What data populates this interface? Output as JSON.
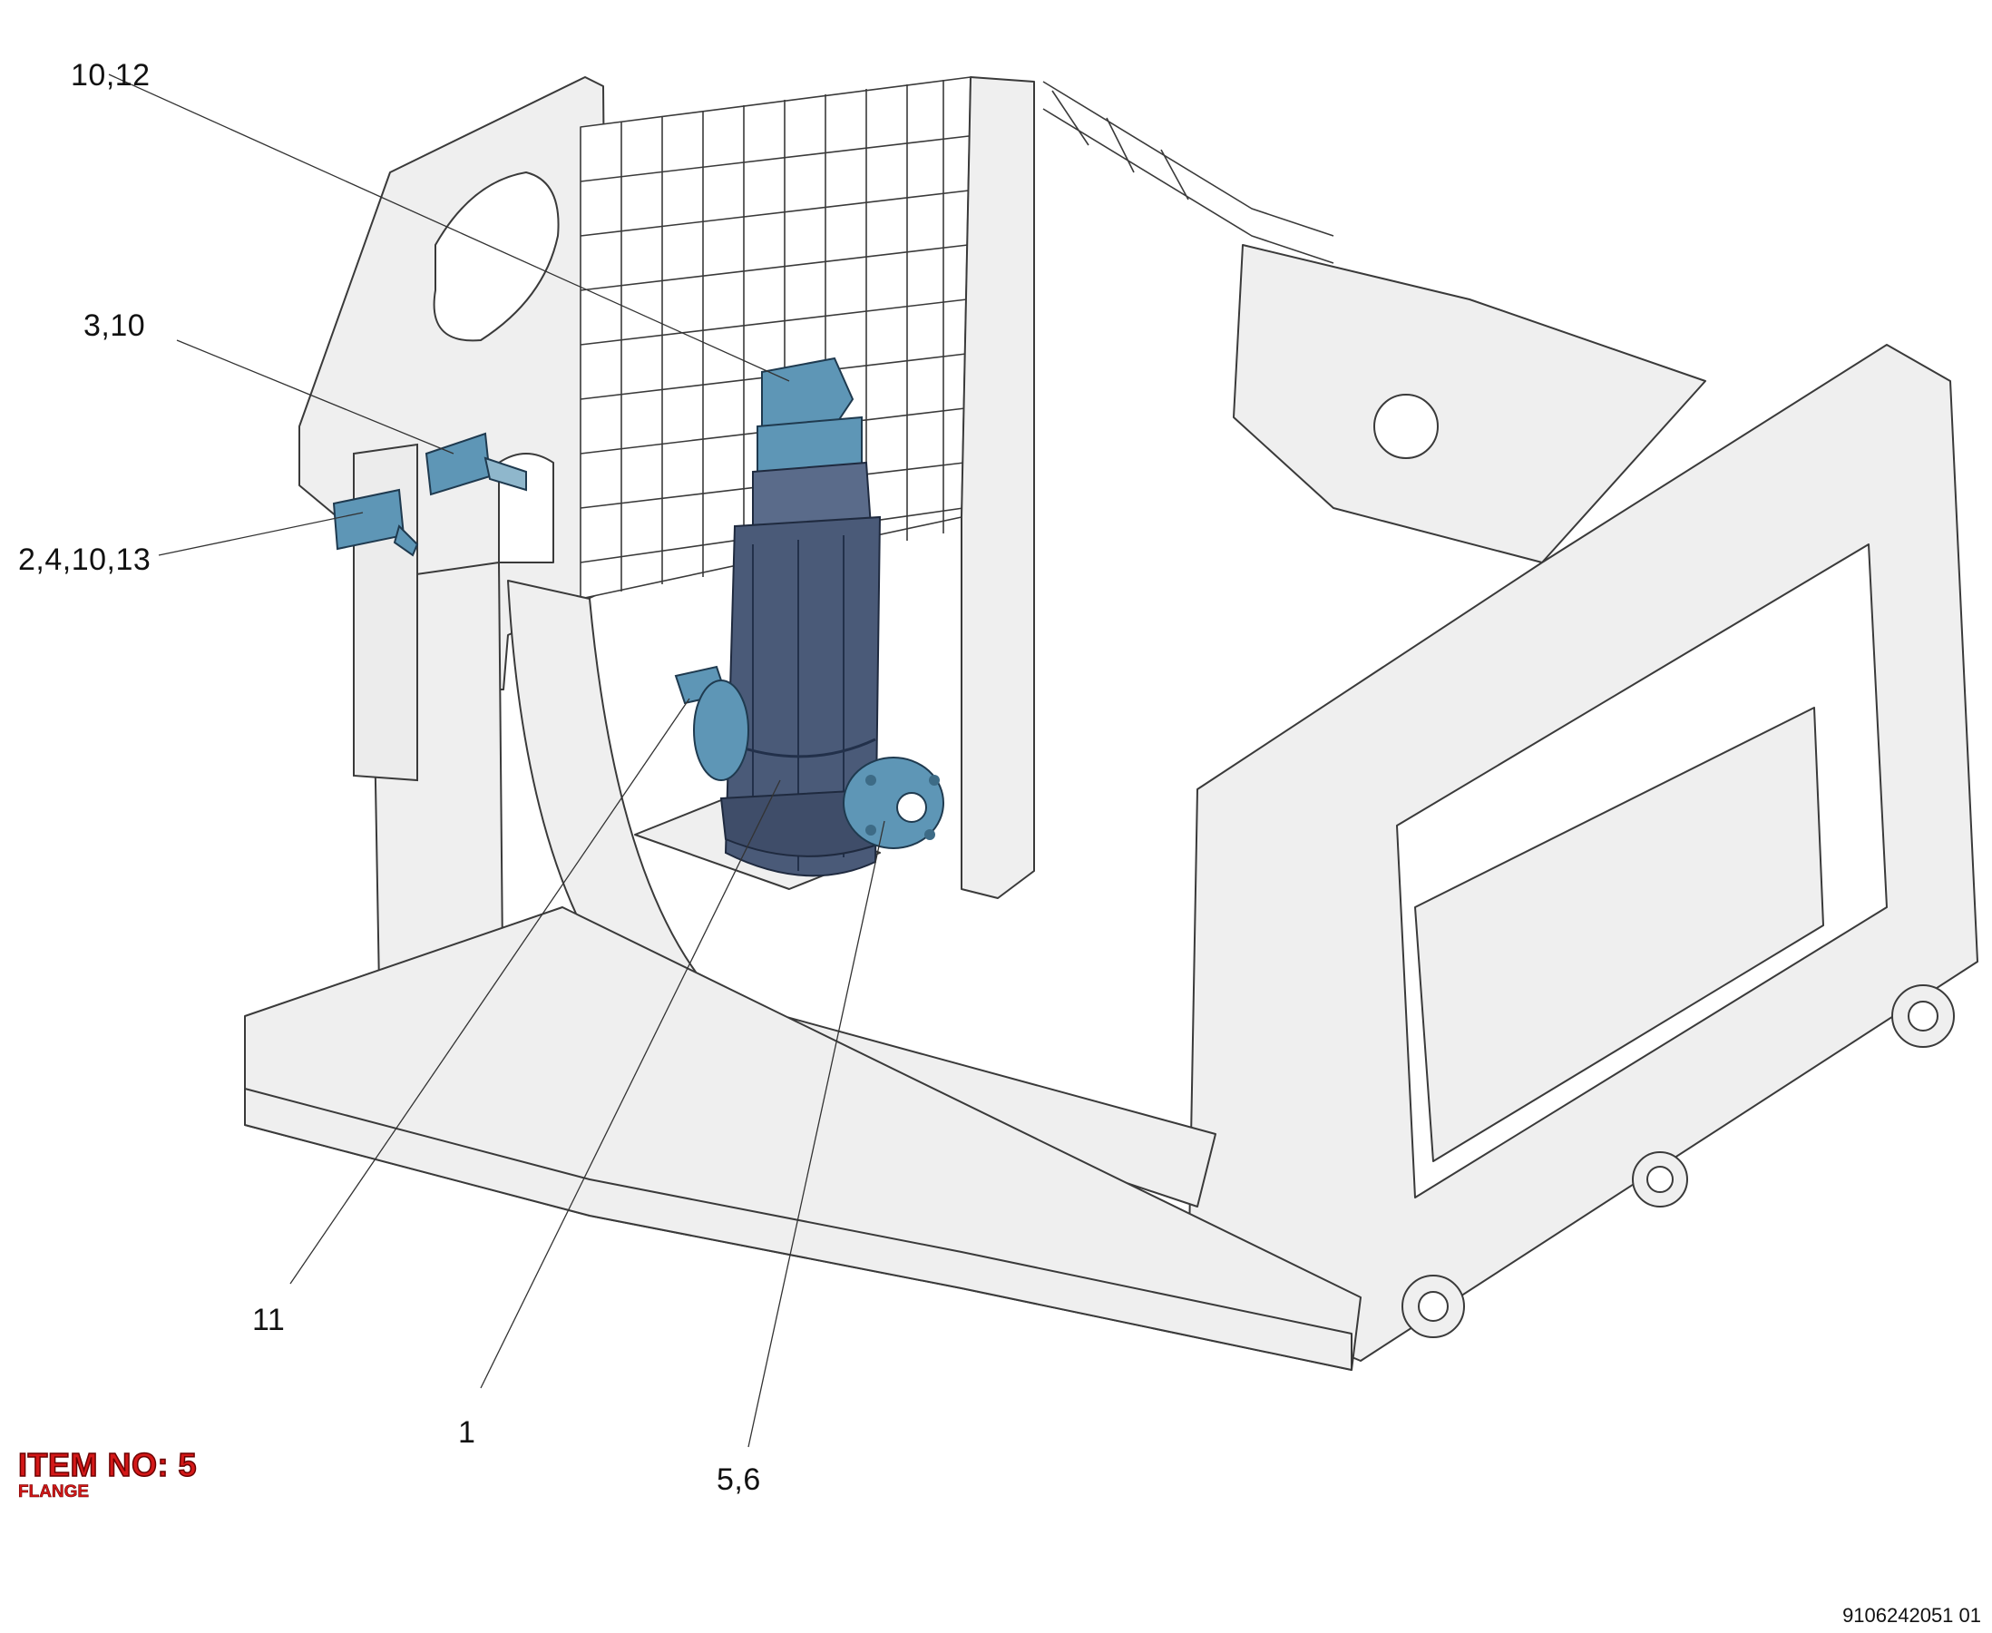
{
  "callouts": {
    "c_10_12": "10,12",
    "c_3_10": "3,10",
    "c_2_4_10_13": "2,4,10,13",
    "c_11": "11",
    "c_1": "1",
    "c_5_6": "5,6"
  },
  "item": {
    "title": "ITEM NO: 5",
    "subtitle": "FLANGE"
  },
  "document_number": "9106242051 01",
  "colors": {
    "frame_fill": "#efefef",
    "frame_stroke": "#3a3a3a",
    "cylinder_dark": "#4a5a78",
    "component_blue": "#5e96b6",
    "leader_line": "#333333",
    "item_label_red": "#d41818"
  },
  "icons": {
    "hydraulic_cylinder": "cylinder-icon",
    "flange": "flange-icon",
    "valve_block": "valve-icon"
  }
}
